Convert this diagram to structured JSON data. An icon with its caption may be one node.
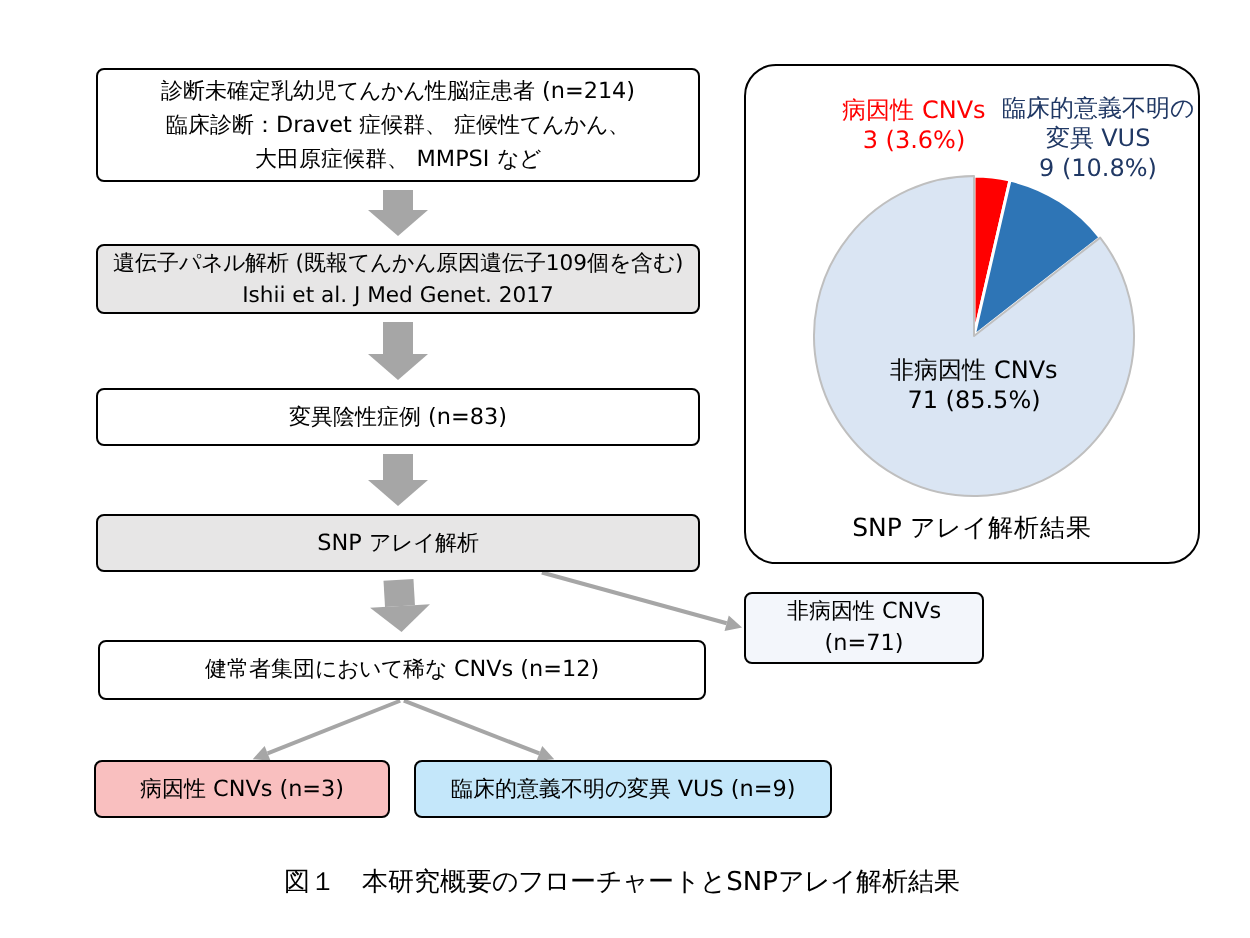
{
  "diagram": {
    "caption": "図１　本研究概要のフローチャートとSNPアレイ解析結果",
    "nodes": [
      {
        "text": [
          "診断未確定乳幼児てんかん性脳症患者 (n=214)",
          "臨床診断：Dravet 症候群、 症候性てんかん、大田原症候群、 MMPSI など"
        ]
      },
      {
        "text": [
          "遺伝子パネル解析 (既報てんかん原因遺伝子109個を含む)",
          "Ishii et al. J Med Genet. 2017"
        ]
      },
      {
        "text": [
          "変異陰性症例 (n=83)"
        ]
      },
      {
        "text": [
          "SNP アレイ解析"
        ]
      },
      {
        "text": [
          "非病因性 CNVs (n=71)"
        ]
      },
      {
        "text": [
          "健常者集団において稀な CNVs (n=12)"
        ]
      },
      {
        "text": [
          "病因性 CNVs (n=3)"
        ]
      },
      {
        "text": [
          "臨床的意義不明の変異 VUS (n=9)"
        ]
      },
      {
        "text": [
          "SNP アレイ解析結果"
        ]
      }
    ],
    "edges": [
      {
        "from": 0,
        "to": 1,
        "arrow": "to"
      },
      {
        "from": 1,
        "to": 2,
        "arrow": "to"
      },
      {
        "from": 2,
        "to": 3,
        "arrow": "to"
      },
      {
        "from": 3,
        "to": 5,
        "arrow": "to"
      },
      {
        "from": 3,
        "to": 4,
        "arrow": "to"
      },
      {
        "from": 5,
        "to": 6,
        "arrow": "to"
      },
      {
        "from": 5,
        "to": 7,
        "arrow": "to"
      }
    ],
    "chart_data": {
      "type": "pie",
      "categories": [
        "病因性 CNVs",
        "臨床的意義不明の変異 VUS",
        "非病因性 CNVs"
      ],
      "values": [
        3,
        9,
        71
      ],
      "colors": [
        "#ff0000",
        "#2e75b6",
        "#dae5f3"
      ],
      "value_labels": [
        "3 (3.6%)",
        "9 (10.8%)",
        "71 (85.5%)"
      ]
    }
  }
}
